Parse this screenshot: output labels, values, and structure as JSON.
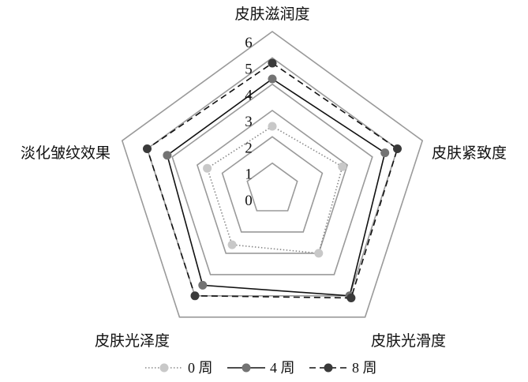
{
  "chart_data": {
    "type": "radar",
    "axes": [
      "皮肤滋润度",
      "皮肤紧致度",
      "皮肤光滑度",
      "皮肤光泽度",
      "淡化皱纹效果"
    ],
    "rlim": [
      0,
      6
    ],
    "ticks": [
      "0",
      "1",
      "2",
      "3",
      "4",
      "5",
      "6"
    ],
    "grid": true,
    "legend_position": "bottom",
    "series": [
      {
        "name": "0 周",
        "values": [
          2.4,
          2.8,
          3.0,
          2.6,
          2.6
        ],
        "color": "#c8c8c8",
        "line_style": "dotted"
      },
      {
        "name": "4 周",
        "values": [
          4.2,
          4.5,
          5.0,
          4.5,
          4.2
        ],
        "color": "#737373",
        "line_style": "solid"
      },
      {
        "name": "8 周",
        "values": [
          4.8,
          5.0,
          5.1,
          5.0,
          5.0
        ],
        "color": "#3a3a3a",
        "line_style": "dashed"
      }
    ]
  }
}
